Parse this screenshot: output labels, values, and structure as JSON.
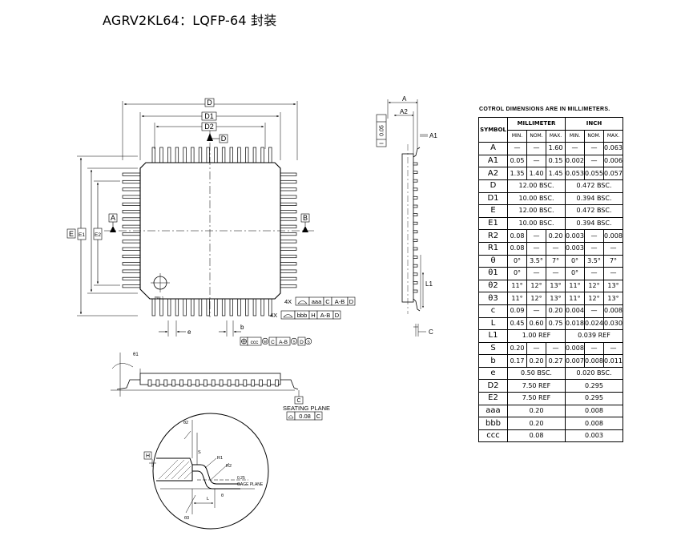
{
  "title": "AGRV2KL64：LQFP-64 封装",
  "colors": {
    "ink": "#000000",
    "background": "#ffffff"
  },
  "drawing": {
    "top_view": {
      "dim_D": "D",
      "dim_D1": "D1",
      "dim_D2": "D2",
      "datum_D": "D",
      "dim_E": "E",
      "dim_E1": "E1",
      "dim_E2": "E2",
      "datum_A": "A",
      "datum_B": "B",
      "pin1_label": "PIN 1",
      "dim_e": "e",
      "dim_b": "b",
      "fcf_1": [
        "4X",
        "aaa",
        "C",
        "A-B",
        "D"
      ],
      "fcf_2": [
        "4X",
        "bbb",
        "H",
        "A-B",
        "D"
      ],
      "fcf_3": [
        "ccc",
        "M",
        "C",
        "A-B",
        "S",
        "D",
        "S"
      ]
    },
    "side_view": {
      "dim_A": "A",
      "dim_A2": "A2",
      "dim_A1": "A1",
      "dim_L1": "L1",
      "dim_c": "C",
      "flatness": [
        "0.05",
        "I"
      ]
    },
    "front_view": {
      "theta1": "θ1",
      "datum_C": "C",
      "seating_plane": "SEATING PLANE",
      "fcf": [
        "0.08",
        "C"
      ]
    },
    "detail": {
      "theta2": "θ2",
      "theta3": "θ3",
      "R1": "R1",
      "R2": "R2",
      "gage_value": "0.25",
      "gage_plane": "GAGE PLANE",
      "L": "L",
      "S": "S",
      "theta": "θ",
      "datum_H": "H"
    }
  },
  "dim_table": {
    "note": "COTROL DIMENSIONS ARE IN MILLIMETERS.",
    "header": {
      "symbol": "SYMBOL",
      "mm": "MILLIMETER",
      "inch": "INCH",
      "sub": [
        "MIN.",
        "NOM.",
        "MAX.",
        "MIN.",
        "NOM.",
        "MAX."
      ]
    },
    "rows": [
      {
        "sym": "A",
        "mm": [
          "—",
          "—",
          "1.60"
        ],
        "inch": [
          "—",
          "—",
          "0.063"
        ]
      },
      {
        "sym": "A1",
        "mm": [
          "0.05",
          "—",
          "0.15"
        ],
        "inch": [
          "0.002",
          "—",
          "0.006"
        ]
      },
      {
        "sym": "A2",
        "mm": [
          "1.35",
          "1.40",
          "1.45"
        ],
        "inch": [
          "0.053",
          "0.055",
          "0.057"
        ]
      },
      {
        "sym": "D",
        "mm_span": "12.00  BSC.",
        "inch_span": "0.472  BSC."
      },
      {
        "sym": "D1",
        "mm_span": "10.00  BSC.",
        "inch_span": "0.394  BSC."
      },
      {
        "sym": "E",
        "mm_span": "12.00  BSC.",
        "inch_span": "0.472  BSC."
      },
      {
        "sym": "E1",
        "mm_span": "10.00  BSC.",
        "inch_span": "0.394  BSC."
      },
      {
        "sym": "R2",
        "mm": [
          "0.08",
          "—",
          "0.20"
        ],
        "inch": [
          "0.003",
          "—",
          "0.008"
        ]
      },
      {
        "sym": "R1",
        "mm": [
          "0.08",
          "—",
          "—"
        ],
        "inch": [
          "0.003",
          "—",
          "—"
        ]
      },
      {
        "sym": "θ",
        "mm": [
          "0°",
          "3.5°",
          "7°"
        ],
        "inch": [
          "0°",
          "3.5°",
          "7°"
        ]
      },
      {
        "sym": "θ1",
        "mm": [
          "0°",
          "—",
          "—"
        ],
        "inch": [
          "0°",
          "—",
          "—"
        ]
      },
      {
        "sym": "θ2",
        "mm": [
          "11°",
          "12°",
          "13°"
        ],
        "inch": [
          "11°",
          "12°",
          "13°"
        ]
      },
      {
        "sym": "θ3",
        "mm": [
          "11°",
          "12°",
          "13°"
        ],
        "inch": [
          "11°",
          "12°",
          "13°"
        ]
      },
      {
        "sym": "c",
        "mm": [
          "0.09",
          "—",
          "0.20"
        ],
        "inch": [
          "0.004",
          "—",
          "0.008"
        ]
      },
      {
        "sym": "L",
        "mm": [
          "0.45",
          "0.60",
          "0.75"
        ],
        "inch": [
          "0.018",
          "0.024",
          "0.030"
        ]
      },
      {
        "sym": "L1",
        "mm_span": "1.00  REF",
        "inch_span": "0.039  REF"
      },
      {
        "sym": "S",
        "mm": [
          "0.20",
          "—",
          "—"
        ],
        "inch": [
          "0.008",
          "—",
          "—"
        ]
      },
      {
        "sym": "b",
        "mm": [
          "0.17",
          "0.20",
          "0.27"
        ],
        "inch": [
          "0.007",
          "0.008",
          "0.011"
        ]
      },
      {
        "sym": "e",
        "mm_span": "0.50  BSC.",
        "inch_span": "0.020  BSC."
      },
      {
        "sym": "D2",
        "mm_span": "7.50  REF",
        "inch_span": "0.295"
      },
      {
        "sym": "E2",
        "mm_span": "7.50  REF",
        "inch_span": "0.295"
      },
      {
        "sym": "aaa",
        "mm_span": "0.20",
        "inch_span": "0.008"
      },
      {
        "sym": "bbb",
        "mm_span": "0.20",
        "inch_span": "0.008"
      },
      {
        "sym": "ccc",
        "mm_span": "0.08",
        "inch_span": "0.003"
      }
    ]
  }
}
